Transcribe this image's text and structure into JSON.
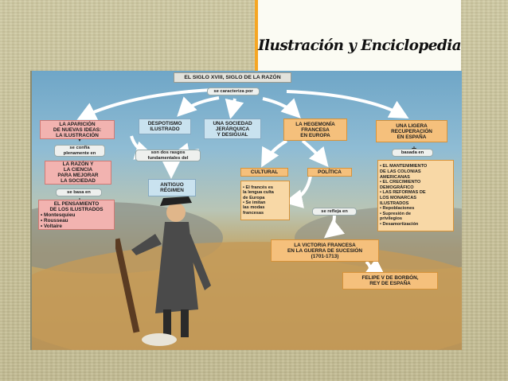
{
  "slide": {
    "title": "Ilustración y Enciclopedia"
  },
  "diagram": {
    "top": "EL SIGLO XVIII, SIGLO DE LA RAZÓN",
    "characterized": "se caracteriza por",
    "apparition": [
      "LA APARICIÓN",
      "DE NUEVAS IDEAS:",
      "LA ILUSTRACIÓN"
    ],
    "confia": [
      "se confía",
      "plenamente en"
    ],
    "razon": [
      "LA RAZÓN Y",
      "LA CIENCIA",
      "PARA MEJORAR",
      "LA SOCIEDAD"
    ],
    "basa": "se basa en",
    "pensamiento": [
      "EL PENSAMIENTO",
      "DE LOS ILUSTRADOS"
    ],
    "ilustrados": [
      "• Montesquieu",
      "• Rousseau",
      "• Voltaire"
    ],
    "despotismo": [
      "DESPOTISMO",
      "ILUSTRADO"
    ],
    "sociedad": [
      "UNA SOCIEDAD",
      "JERÁRQUICA",
      "Y DESIGUAL"
    ],
    "rasgos": [
      "son dos rasgos",
      "fundamentales del"
    ],
    "antiguo": [
      "ANTIGUO",
      "RÉGIMEN"
    ],
    "hegemonia": [
      "LA HEGEMONÍA",
      "FRANCESA",
      "EN EUROPA"
    ],
    "cultural": "CULTURAL",
    "politica": "POLÍTICA",
    "frances": [
      "• El francés es",
      "la lengua culta",
      "de Europa",
      "• Se imitan",
      "las modas",
      "francesas"
    ],
    "refleja": "se refleja en",
    "victoria": [
      "LA VICTORIA FRANCESA",
      "EN LA GUERRA DE SUCESIÓN",
      "(1701-1713)"
    ],
    "felipe": [
      "FELIPE V DE BORBÓN,",
      "REY DE ESPAÑA"
    ],
    "recuperacion": [
      "UNA LIGERA",
      "RECUPERACIÓN",
      "EN ESPAÑA"
    ],
    "basada": "basada en",
    "mantenimiento": [
      "• EL MANTENIMIENTO",
      "DE LAS COLONIAS",
      "AMERICANAS",
      "• EL CRECIMIENTO",
      "DEMOGRÁFICO",
      "• LAS REFORMAS DE",
      "LOS MONARCAS",
      "ILUSTRADOS",
      "• Repoblaciones",
      "• Supresión de",
      "privilegios",
      "• Desamortización"
    ]
  },
  "colors": {
    "accent_bar": "#f6a623",
    "box_pink": "#f2b3b0",
    "box_blue": "#c9e2ef",
    "box_orange": "#f5c07c"
  }
}
